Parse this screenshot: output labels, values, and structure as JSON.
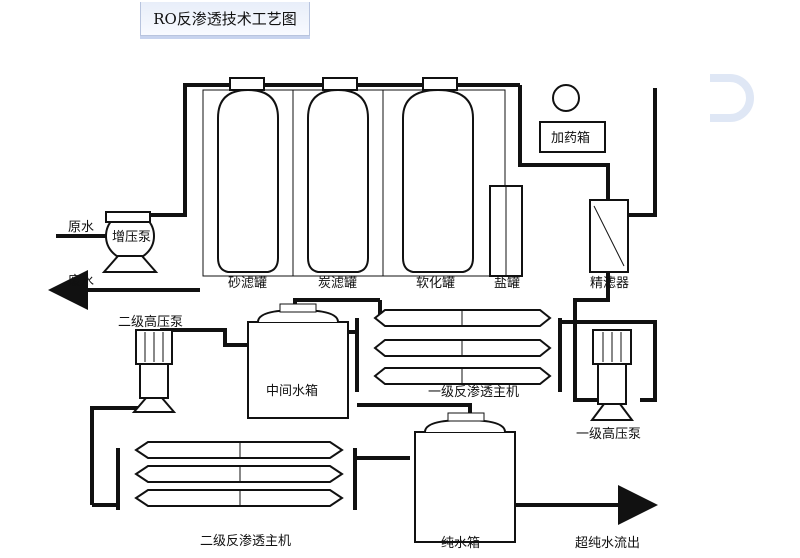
{
  "title": "RO反渗透技术工艺图",
  "labels": {
    "raw_water": "原水",
    "waste_water": "废水",
    "booster_pump": "增压泵",
    "sand_tank": "砂滤罐",
    "carbon_tank": "炭滤罐",
    "softener_tank": "软化罐",
    "salt_tank": "盐罐",
    "dosing_box": "加药箱",
    "precision_filter": "精滤器",
    "stage2_pump": "二级高压泵",
    "middle_tank": "中间水箱",
    "stage1_ro": "一级反渗透主机",
    "stage1_pump": "一级高压泵",
    "pure_tank": "纯水箱",
    "stage2_ro": "二级反渗透主机",
    "ultrapure_out": "超纯水流出"
  },
  "colors": {
    "line": "#111111",
    "tank_fill": "#ffffff",
    "deco": "#dfe7f5"
  }
}
